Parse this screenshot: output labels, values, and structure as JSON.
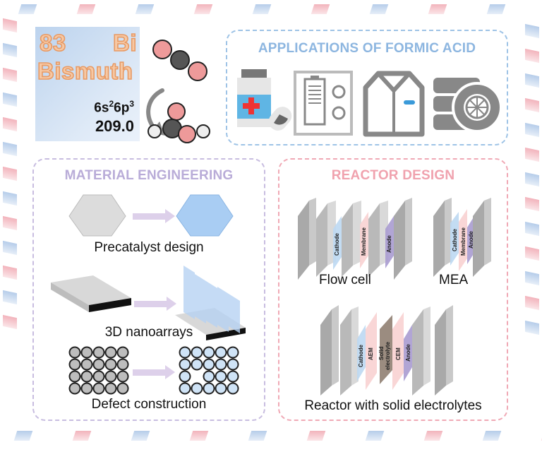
{
  "element_card": {
    "atomic_number": "83",
    "symbol": "Bi",
    "name": "Bismuth",
    "config_base": "6s",
    "config_sup1": "2",
    "config_mid": "6p",
    "config_sup2": "3",
    "atomic_mass": "209.0"
  },
  "applications_panel": {
    "title": "APPLICATIONS OF FORMIC ACID",
    "icons": [
      "medicine-bottle-icon",
      "battery-icon",
      "shirt-icon",
      "tire-icon"
    ],
    "color": "#9ec3e6"
  },
  "material_panel": {
    "title": "MATERIAL ENGINEERING",
    "color": "#c8bde0",
    "items": [
      {
        "label": "Precatalyst design"
      },
      {
        "label": "3D nanoarrays"
      },
      {
        "label": "Defect construction"
      }
    ]
  },
  "reactor_panel": {
    "title": "REACTOR DESIGN",
    "color": "#f0a9b5",
    "flow_cell": {
      "label": "Flow cell",
      "layers": [
        "Cathode",
        "Membrane",
        "Anode"
      ]
    },
    "mea": {
      "label": "MEA",
      "layers": [
        "Cathode",
        "Membrane",
        "Anode"
      ]
    },
    "solid": {
      "label": "Reactor with solid electrolytes",
      "layers": [
        "Cathode",
        "AEM",
        "Solid",
        "electrolyte",
        "CEM",
        "Anode"
      ]
    }
  },
  "colors": {
    "stripe_blue": "#a9c4e6",
    "stripe_red": "#f0a6b0",
    "cathode": "#bcd8f2",
    "membrane": "#f8d2d2",
    "anode": "#a99bd0",
    "solid_electrolyte": "#9b8c80"
  }
}
